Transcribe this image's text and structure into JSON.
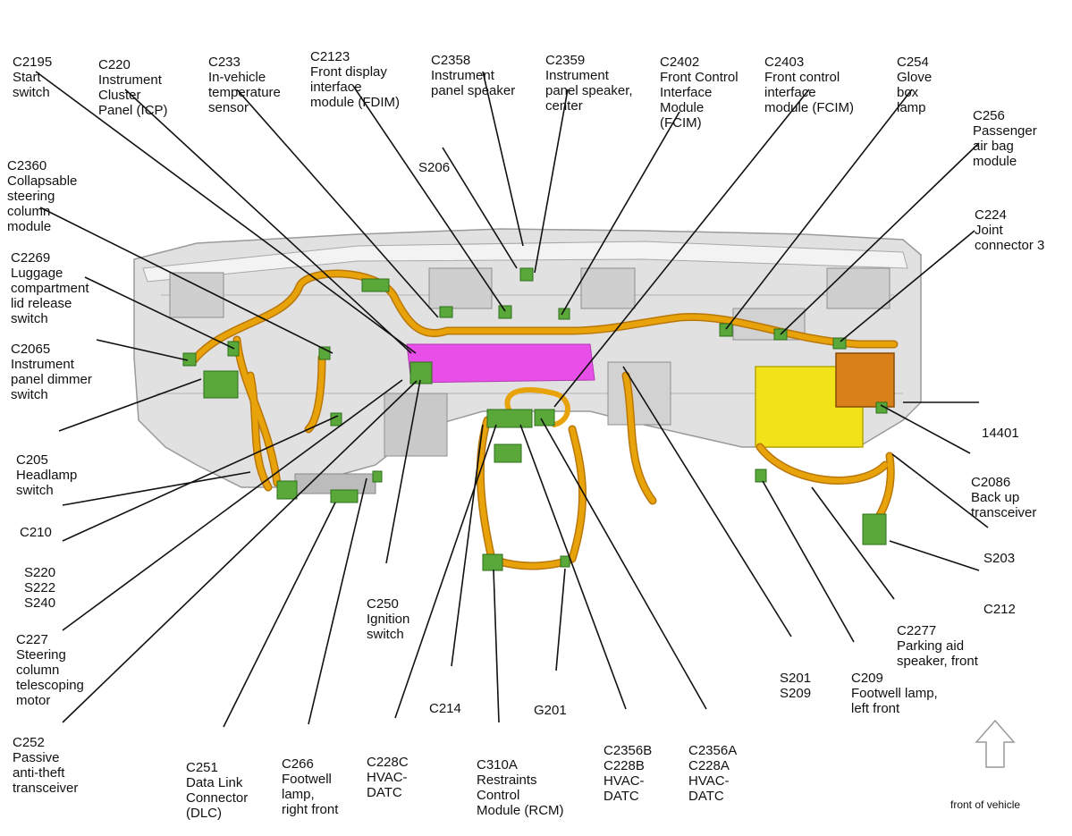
{
  "labels": [
    {
      "id": "c2195",
      "lines": [
        "C2195",
        "Start",
        "switch"
      ]
    },
    {
      "id": "c220",
      "lines": [
        "C220",
        "Instrument",
        "Cluster",
        "Panel (ICP)"
      ]
    },
    {
      "id": "c233",
      "lines": [
        "C233",
        "In-vehicle",
        "temperature",
        "sensor"
      ]
    },
    {
      "id": "c2123",
      "lines": [
        "C2123",
        "Front display",
        "interface",
        "module (FDIM)"
      ]
    },
    {
      "id": "c2358",
      "lines": [
        "C2358",
        "Instrument",
        "panel speaker"
      ]
    },
    {
      "id": "c2359",
      "lines": [
        "C2359",
        "Instrument",
        "panel speaker,",
        "center"
      ]
    },
    {
      "id": "c2402",
      "lines": [
        "C2402",
        "Front Control",
        "Interface",
        "Module",
        "(FCIM)"
      ]
    },
    {
      "id": "c2403",
      "lines": [
        "C2403",
        "Front control",
        "interface",
        "module (FCIM)"
      ]
    },
    {
      "id": "c254",
      "lines": [
        "C254",
        "Glove",
        "box",
        "lamp"
      ]
    },
    {
      "id": "c256",
      "lines": [
        "C256",
        "Passenger",
        "air bag",
        "module"
      ]
    },
    {
      "id": "s206",
      "lines": [
        "S206"
      ]
    },
    {
      "id": "c2360",
      "lines": [
        "C2360",
        "Collapsable",
        "steering",
        "column",
        "module"
      ]
    },
    {
      "id": "c224",
      "lines": [
        "C224",
        "Joint",
        "connector 3"
      ]
    },
    {
      "id": "c2269",
      "lines": [
        "C2269",
        "Luggage",
        "compartment",
        "lid release",
        "switch"
      ]
    },
    {
      "id": "c2065",
      "lines": [
        "C2065",
        "Instrument",
        "panel dimmer",
        "switch"
      ]
    },
    {
      "id": "n14401",
      "lines": [
        "14401"
      ]
    },
    {
      "id": "c205",
      "lines": [
        "C205",
        "Headlamp",
        "switch"
      ]
    },
    {
      "id": "c2086",
      "lines": [
        "C2086",
        "Back up",
        "transceiver"
      ]
    },
    {
      "id": "c210",
      "lines": [
        "C210"
      ]
    },
    {
      "id": "s203",
      "lines": [
        "S203"
      ]
    },
    {
      "id": "s220",
      "lines": [
        "S220",
        "S222",
        "S240"
      ]
    },
    {
      "id": "c212",
      "lines": [
        "C212"
      ]
    },
    {
      "id": "c250",
      "lines": [
        "C250",
        "Ignition",
        "switch"
      ]
    },
    {
      "id": "c2277",
      "lines": [
        "C2277",
        "Parking aid",
        "speaker, front"
      ]
    },
    {
      "id": "c227",
      "lines": [
        "C227",
        "Steering",
        "column",
        "telescoping",
        "motor"
      ]
    },
    {
      "id": "s201",
      "lines": [
        "S201",
        "S209"
      ]
    },
    {
      "id": "c209",
      "lines": [
        "C209",
        "Footwell lamp,",
        "left front"
      ]
    },
    {
      "id": "c214",
      "lines": [
        "C214"
      ]
    },
    {
      "id": "g201",
      "lines": [
        "G201"
      ]
    },
    {
      "id": "c252",
      "lines": [
        "C252",
        "Passive",
        "anti-theft",
        "transceiver"
      ]
    },
    {
      "id": "c251",
      "lines": [
        "C251",
        "Data Link",
        "Connector",
        "(DLC)"
      ]
    },
    {
      "id": "c266",
      "lines": [
        "C266",
        "Footwell",
        "lamp,",
        "right front"
      ]
    },
    {
      "id": "c228c",
      "lines": [
        "C228C",
        "HVAC-",
        "DATC"
      ]
    },
    {
      "id": "c310a",
      "lines": [
        "C310A",
        "Restraints",
        "Control",
        "Module (RCM)"
      ]
    },
    {
      "id": "c2356b",
      "lines": [
        "C2356B",
        "C228B",
        "HVAC-",
        "DATC"
      ]
    },
    {
      "id": "c2356a",
      "lines": [
        "C2356A",
        "C228A",
        "HVAC-",
        "DATC"
      ]
    }
  ],
  "footer": {
    "direction_label": "front of vehicle"
  },
  "colors": {
    "harness": "#e8a20a",
    "harness_dark": "#b9770a",
    "connector": "#5aa83a",
    "module": "#f2e21a",
    "highlight": "#e84fe8",
    "panel": "#d9d9d9",
    "leader": "#111111"
  }
}
